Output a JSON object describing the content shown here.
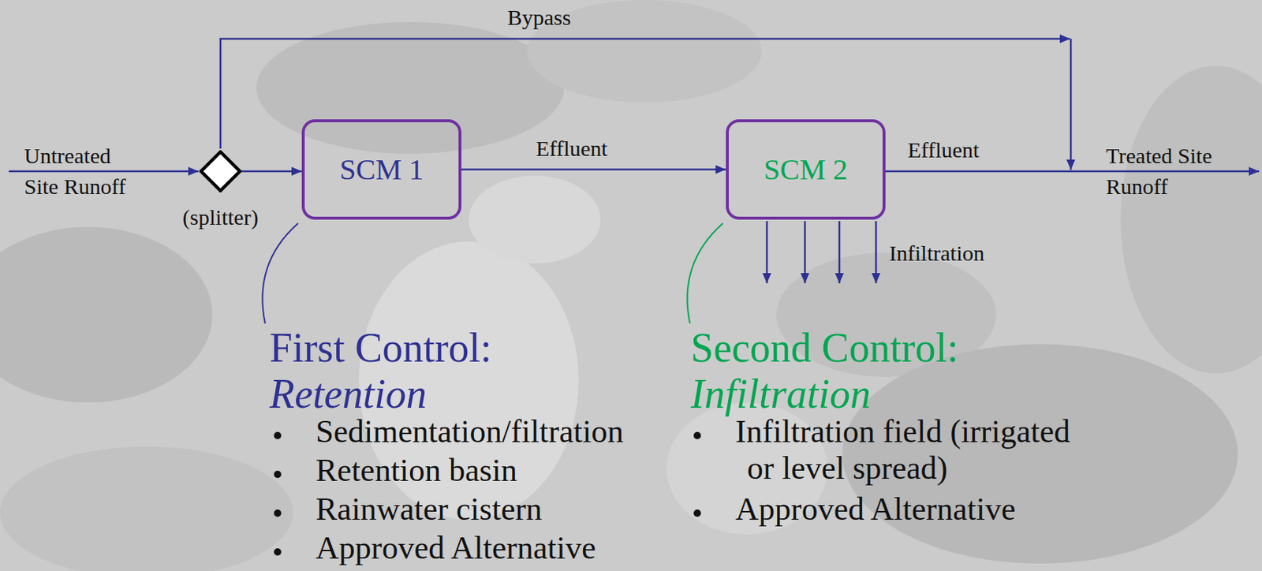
{
  "diagram": {
    "nodes": [
      {
        "text": [
          "(splitter)"
        ]
      },
      {
        "text": [
          "SCM 1"
        ]
      },
      {
        "text": [
          "SCM 2"
        ]
      }
    ],
    "edges": [
      {
        "from": 0,
        "to": 1,
        "arrow": "to"
      },
      {
        "from": 1,
        "to": 2,
        "label": "Effluent",
        "arrow": "to"
      }
    ],
    "labels": [
      "Untreated Site Runoff",
      "Bypass",
      "Effluent",
      "Treated Site Runoff",
      "Infiltration",
      "First Control:",
      "Retention",
      "Sedimentation/filtration",
      "Retention basin",
      "Rainwater cistern",
      "Approved Alternative",
      "Second Control:",
      "Infiltration",
      "Infiltration field (irrigated or level spread)",
      "Approved Alternative"
    ]
  }
}
